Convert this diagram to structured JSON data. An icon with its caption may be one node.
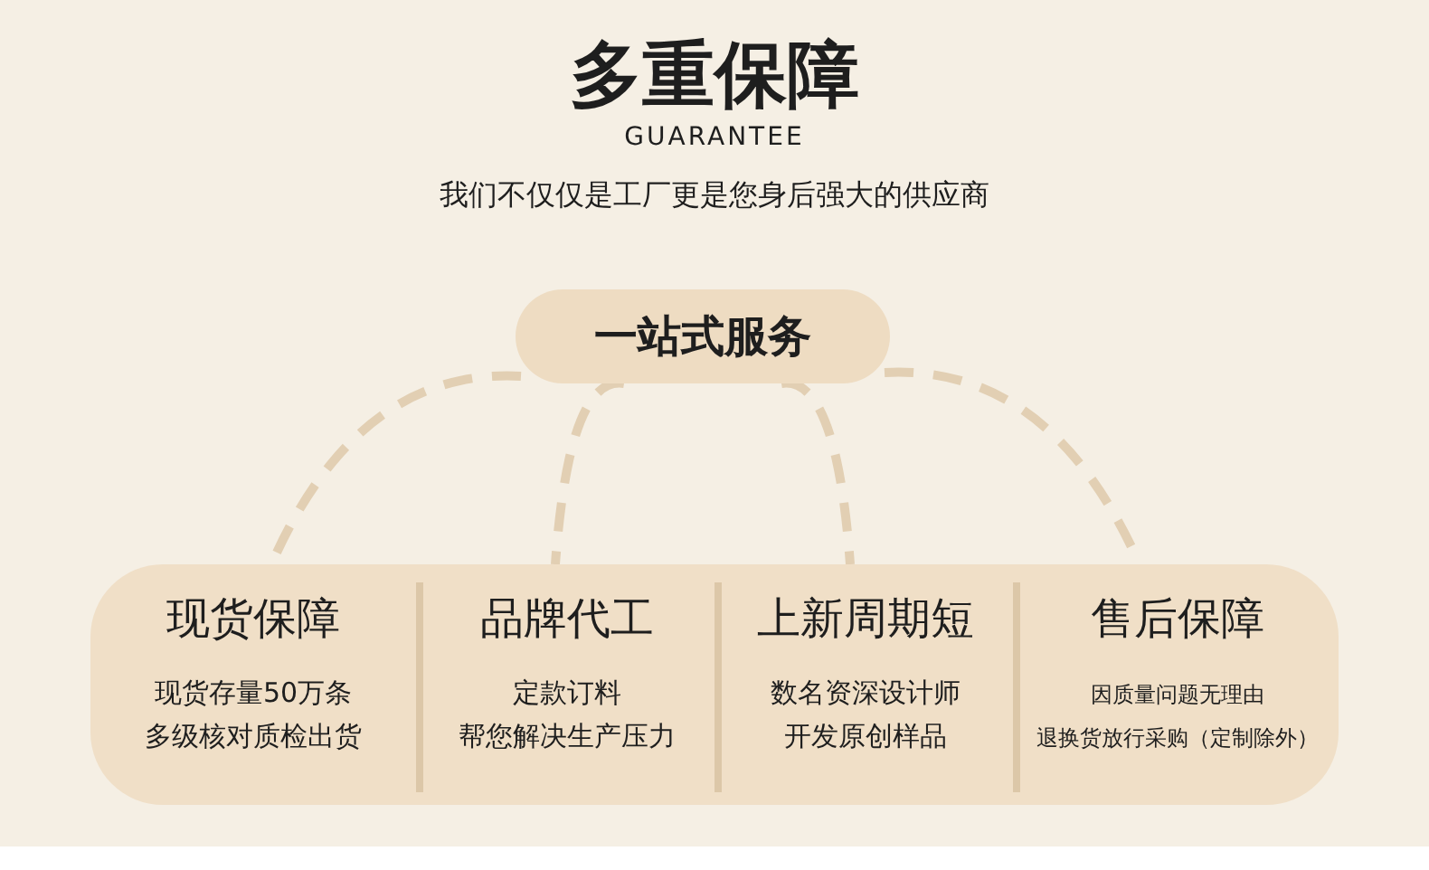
{
  "diagram": {
    "title": "多重保障",
    "nodes": [
      {
        "text": [
          "一站式服务"
        ]
      },
      {
        "text": [],
        "shape": "band"
      },
      {
        "text": [
          "现货保障",
          "现货存量50万条",
          "多级核对质检出货"
        ],
        "in": 1
      },
      {
        "text": [
          "品牌代工",
          "定款订料",
          "帮您解决生产压力"
        ],
        "in": 1
      },
      {
        "text": [
          "上新周期短",
          "数名资深设计师",
          "开发原创样品"
        ],
        "in": 1
      },
      {
        "text": [
          "售后保障",
          "因质量问题无理由",
          "退换货放行采购（定制除外）"
        ],
        "in": 1
      }
    ],
    "edges": [
      {
        "from": 0,
        "to": 2,
        "arrow": "none",
        "style": "dashed"
      },
      {
        "from": 0,
        "to": 3,
        "arrow": "none",
        "style": "dashed"
      },
      {
        "from": 0,
        "to": 4,
        "arrow": "none",
        "style": "dashed"
      },
      {
        "from": 0,
        "to": 5,
        "arrow": "none",
        "style": "dashed"
      }
    ],
    "labels": [
      "GUARANTEE",
      "我们不仅仅是工厂更是您身后强大的供应商"
    ]
  }
}
